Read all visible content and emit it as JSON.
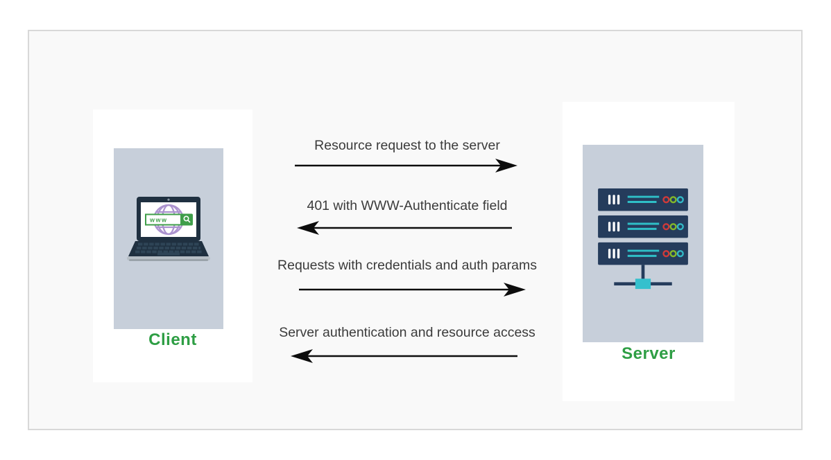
{
  "diagram": {
    "client": {
      "label": "Client",
      "browser_text": "www"
    },
    "server": {
      "label": "Server"
    },
    "messages": [
      {
        "label": "Resource request to the server",
        "direction": "client-to-server"
      },
      {
        "label": "401 with WWW-Authenticate field",
        "direction": "server-to-client"
      },
      {
        "label": "Requests with credentials and auth params",
        "direction": "client-to-server"
      },
      {
        "label": "Server authentication and resource access",
        "direction": "server-to-client"
      }
    ],
    "colors": {
      "panel_background": "#f9f9f9",
      "panel_border": "#d8d8d8",
      "card_background": "#ffffff",
      "icon_background": "#c7cfda",
      "entity_label_green": "#2e9e44",
      "server_navy": "#253c5c",
      "teal": "#2fbfc7",
      "teal_node": "#35c0cd",
      "dot_red": "#cf3a3a",
      "dot_green": "#84b829",
      "dot_teal": "#31b7c5",
      "globe_purple": "#ab93cf",
      "browser_green": "#3f9e4a",
      "arrow_black": "#0d0d0d",
      "message_text": "#3b3b3b"
    }
  }
}
